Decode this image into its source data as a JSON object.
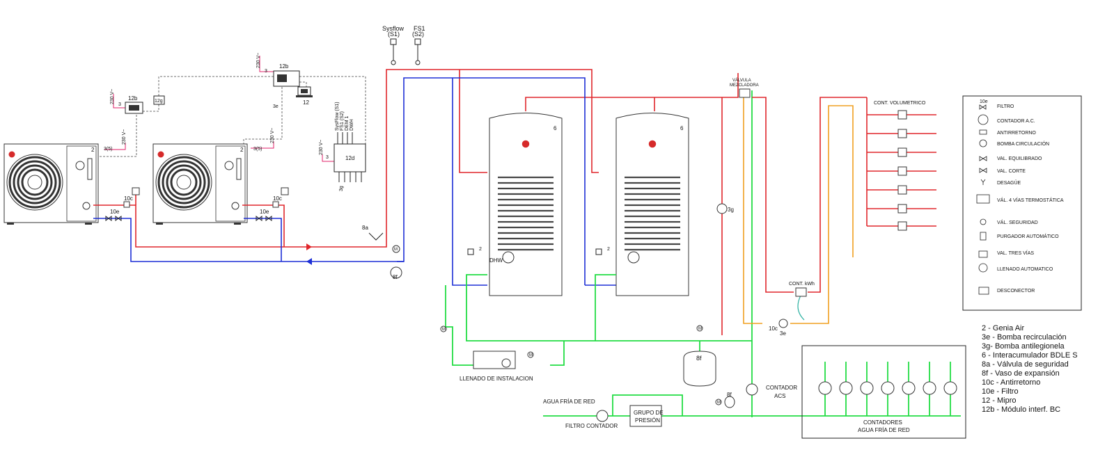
{
  "colors": {
    "hot_pipe": "#e0262b",
    "cold_pipe": "#1d2fd6",
    "water_pipe": "#22dd44",
    "recirculation_pipe": "#f0a020",
    "control_wire": "#444444",
    "power_wire": "#e0206a"
  },
  "sensors": {
    "sysflow": {
      "line1": "Sysflow",
      "line2": "(S1)"
    },
    "fs1": {
      "line1": "FS1",
      "line2": "(S2)"
    }
  },
  "controls": {
    "power_230v": "230 V~",
    "module_12b": "12b",
    "mipro": "12",
    "module_12g": "12g",
    "module_12d": "12d",
    "label_3": "3",
    "label_3_5": "3(5)",
    "label_3e": "3e",
    "label_3g": "3g",
    "inputs_12d": [
      "SysFlow (S1)",
      "FS1 (S2)",
      "DEM 1",
      "DWH"
    ]
  },
  "units": {
    "heat_pump_tag": "2",
    "check_valve_tag": "10c",
    "filter_tag": "10e",
    "safety_valve_tag": "8a",
    "expansion_tag": "8f",
    "tank_tag": "6",
    "dhw_tag": "DHW",
    "m_tag": "M",
    "sensor_tag": "2"
  },
  "labels": {
    "llenado": "LLENADO DE INSTALACION",
    "agua_fria_red": "AGUA FRÍA DE RED",
    "filtro_contador": "FILTRO  CONTADOR",
    "grupo_presion_1": "GRUPO DE",
    "grupo_presion_2": "PRESIÓN",
    "contador_acs_1": "CONTADOR",
    "contador_acs_2": "ACS",
    "contadores_1": "CONTADORES",
    "contadores_2": "AGUA FRÍA DE RED",
    "cont_volumetrico": "CONT. VOLUMETRICO",
    "cont_kwh": "CONT. kWh",
    "valvula_mezcladora_1": "VÁLVULA",
    "valvula_mezcladora_2": "MEZCLADORA",
    "label_10c": "10c",
    "label_3e": "3e"
  },
  "legend_box": {
    "symbol_tag": "10e",
    "items": [
      "FILTRO",
      "CONTADOR A.C.",
      "ANTIRRETORNO",
      "BOMBA CIRCULACIÓN",
      "VAL. EQUILIBRADO",
      "VAL. CORTE",
      "DESAGÜE",
      "VÁL. 4 VÍAS TERMOSTÁTICA",
      "VÁL. SEGURIDAD",
      "PURGADOR AUTOMÁTICO",
      "VAL. TRES VÍAS",
      "LLENADO AUTOMATICO",
      "DESCONECTOR"
    ]
  },
  "notes": [
    "2 - Genia Air",
    "3e - Bomba recirculación",
    "3g- Bomba antilegionela",
    "6 - Interacumulador BDLE S",
    "8a - Válvula de seguridad",
    "8f - Vaso de expansión",
    "10c - Antirretorno",
    "10e - Filtro",
    "12 - Mipro",
    "12b - Módulo interf. BC"
  ]
}
